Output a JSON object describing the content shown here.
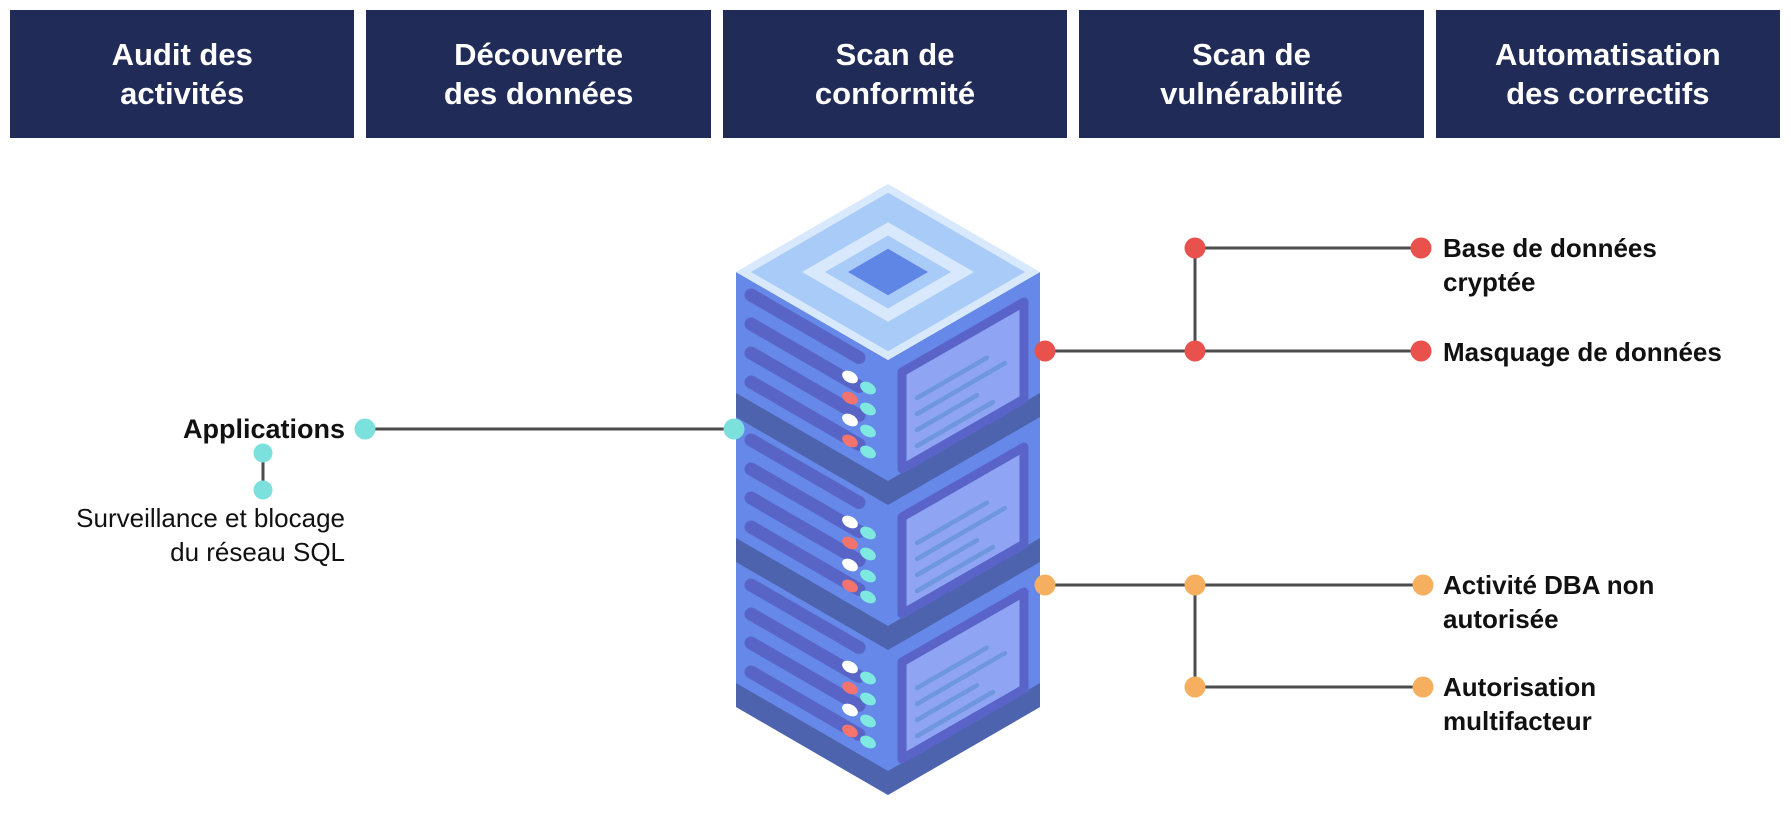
{
  "headers": [
    "Audit des\nactivités",
    "Découverte\ndes données",
    "Scan de\nconformité",
    "Scan de\nvulnérabilité",
    "Automatisation\ndes correctifs"
  ],
  "left_labels": {
    "applications": "Applications",
    "surveillance": "Surveillance et blocage\ndu réseau SQL"
  },
  "right_labels": {
    "encrypted_db": "Base de données\ncryptée",
    "data_masking": "Masquage de données",
    "dba_activity": "Activité DBA non\nautorisée",
    "multifactor": "Autorisation\nmultifacteur"
  },
  "icons": {
    "center_illustration": "server-stack-icon"
  },
  "colors": {
    "header_bg": "#202B57",
    "header_text": "#FFFFFF",
    "label_text": "#111111",
    "connector_line": "#4C4C4C",
    "teal_dot": "#7CE0DC",
    "red_dot": "#E9524C",
    "orange_dot": "#F5AF5E",
    "server_body": "#6588E9",
    "server_band": "#4D63AE",
    "server_slat": "#5865C6",
    "server_screen_fill": "#8FA4F2",
    "server_top_light": "#D8E9FD",
    "server_top_medium": "#A9CBF7"
  }
}
